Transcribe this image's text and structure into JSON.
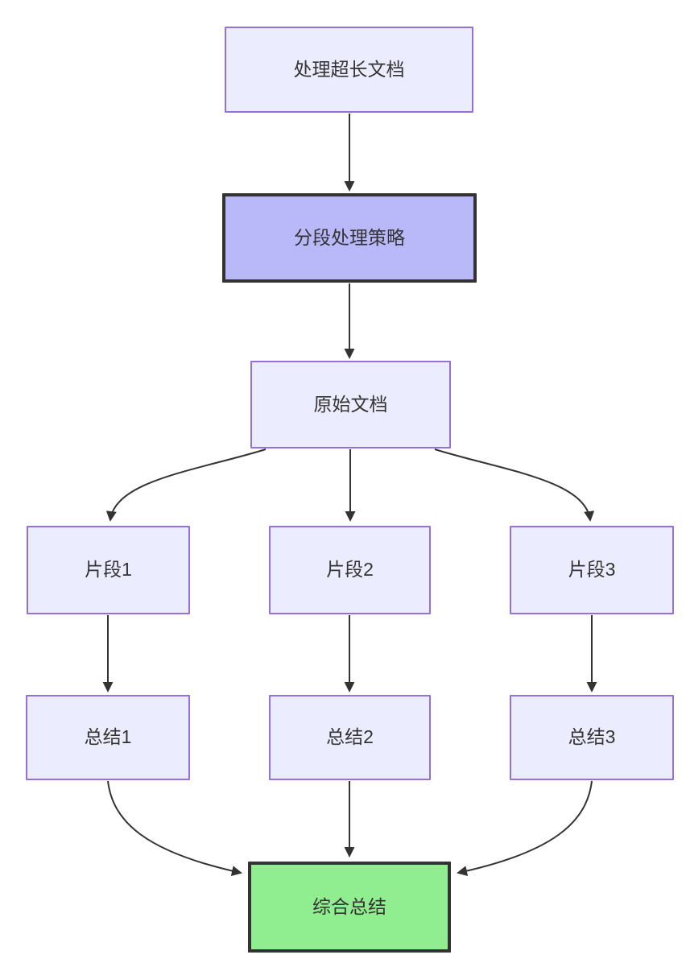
{
  "diagram": {
    "type": "flowchart-top-down",
    "background": "#FFFFFF",
    "colors": {
      "node_fill": "#ECECFF",
      "node_border": "#9370DB",
      "emphasis_fill": "#B9B9F9",
      "emphasis_border": "#333333",
      "success_fill": "#90EE90",
      "success_border": "#333333",
      "edge": "#333333",
      "text": "#333333"
    },
    "nodes": [
      {
        "id": "start",
        "label": "处理超长文档",
        "style": "default"
      },
      {
        "id": "strategy",
        "label": "分段处理策略",
        "style": "emphasis"
      },
      {
        "id": "doc",
        "label": "原始文档",
        "style": "default"
      },
      {
        "id": "seg1",
        "label": "片段1",
        "style": "default"
      },
      {
        "id": "seg2",
        "label": "片段2",
        "style": "default"
      },
      {
        "id": "seg3",
        "label": "片段3",
        "style": "default"
      },
      {
        "id": "sum1",
        "label": "总结1",
        "style": "default"
      },
      {
        "id": "sum2",
        "label": "总结2",
        "style": "default"
      },
      {
        "id": "sum3",
        "label": "总结3",
        "style": "default"
      },
      {
        "id": "final",
        "label": "综合总结",
        "style": "success"
      }
    ],
    "edges": [
      {
        "from": "处理超长文档",
        "to": "分段处理策略"
      },
      {
        "from": "分段处理策略",
        "to": "原始文档"
      },
      {
        "from": "原始文档",
        "to": "片段1"
      },
      {
        "from": "原始文档",
        "to": "片段2"
      },
      {
        "from": "原始文档",
        "to": "片段3"
      },
      {
        "from": "片段1",
        "to": "总结1"
      },
      {
        "from": "片段2",
        "to": "总结2"
      },
      {
        "from": "片段3",
        "to": "总结3"
      },
      {
        "from": "总结1",
        "to": "综合总结"
      },
      {
        "from": "总结2",
        "to": "综合总结"
      },
      {
        "from": "总结3",
        "to": "综合总结"
      }
    ]
  }
}
